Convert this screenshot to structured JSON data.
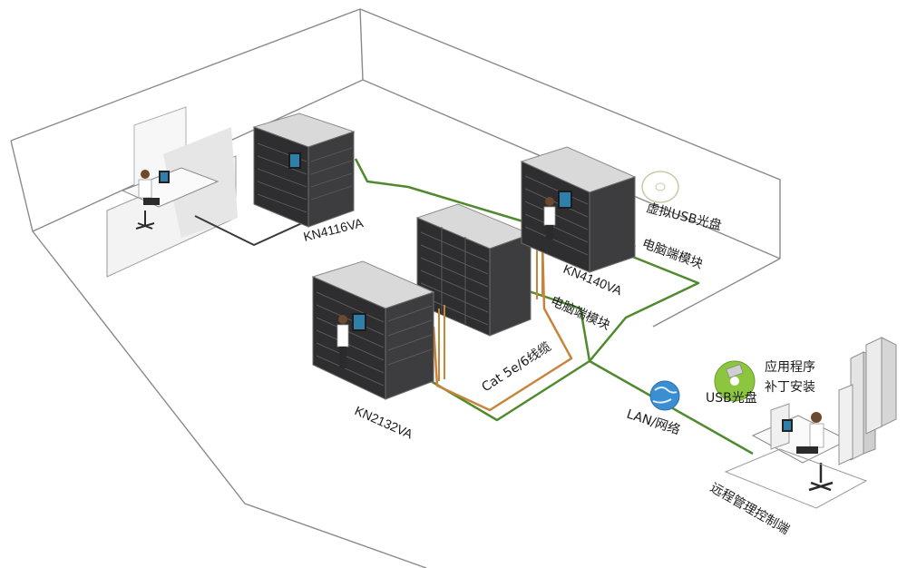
{
  "labels": {
    "kn4116va": "KN4116VA",
    "kn4140va": "KN4140VA",
    "kn2132va": "KN2132VA",
    "virtual_usb_disc": "虚拟USB光盘",
    "computer_module_1": "电脑端模块",
    "computer_module_2": "电脑端模块",
    "cable": "Cat 5e/6线缆",
    "lan": "LAN/网络",
    "usb_disc": "USB光盘",
    "app_patch_line1": "应用程序",
    "app_patch_line2": "补丁安装",
    "remote_console": "远程管理控制端"
  },
  "colors": {
    "network_line": "#4f8a2e",
    "cat_cable": "#c7843a",
    "local_line": "#3a3a3a",
    "wall_line": "#8a8a8a",
    "rack_body": "#2e2e30",
    "rack_frame": "#bfbfbf",
    "monitor_screen": "#2f7fa8",
    "globe": "#3b8fd1",
    "disc": "#8cc63f"
  }
}
